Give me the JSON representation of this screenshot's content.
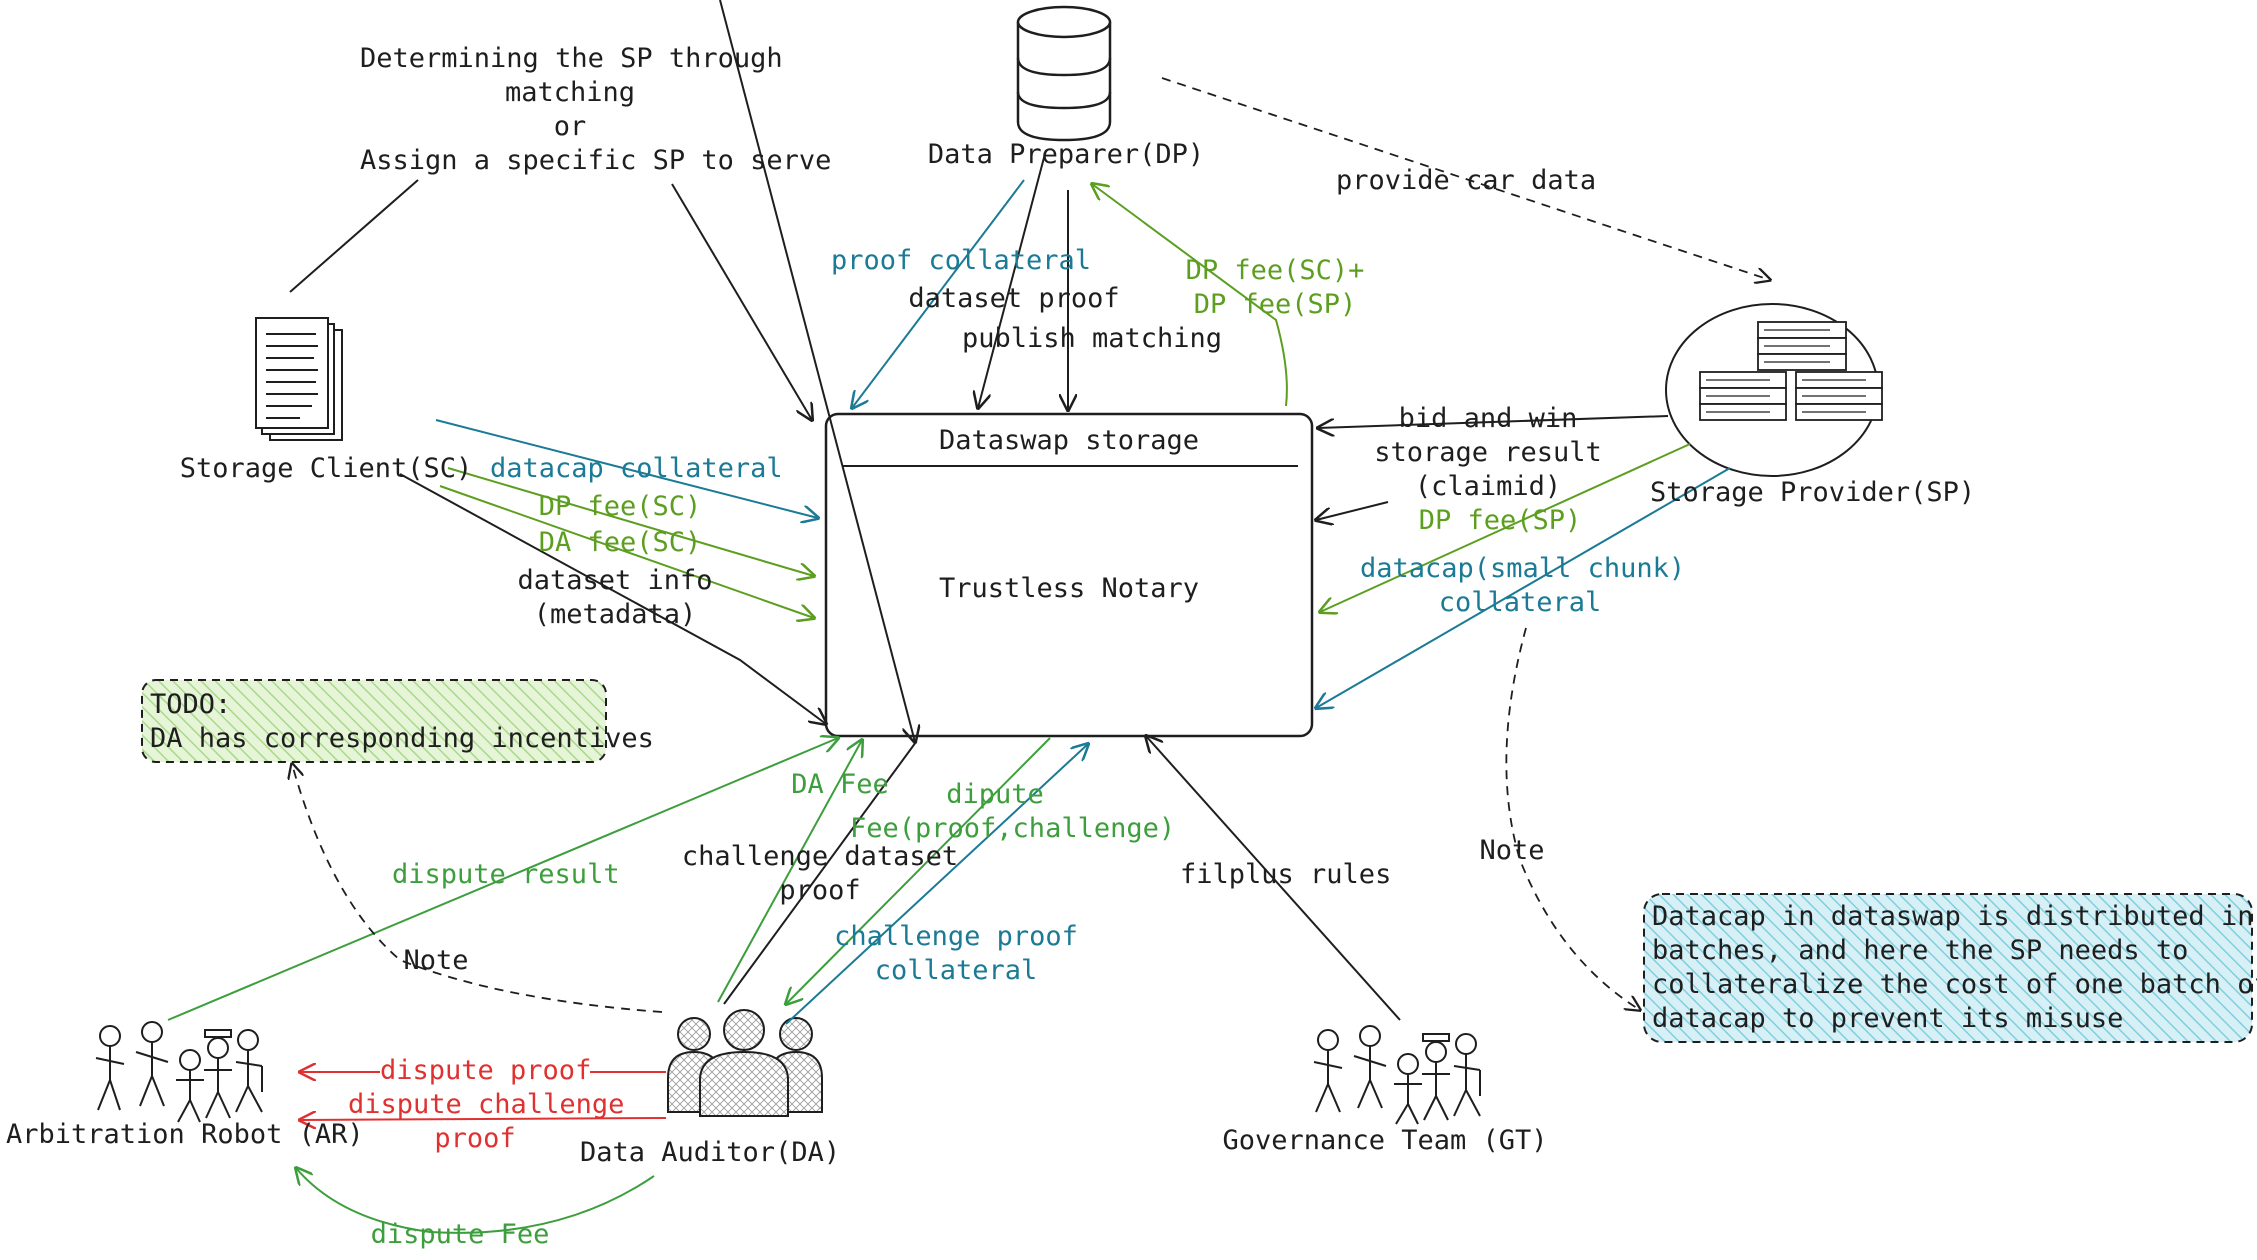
{
  "colors": {
    "stroke": "#1e1e1e",
    "teal": "#1b7a95",
    "olive": "#5c9e1f",
    "green": "#3d9e3d",
    "red": "#e03131",
    "note_todo_fill": "#c7e8a8",
    "note_datacap_fill": "#9fd9e6"
  },
  "nodes": {
    "data_preparer": "Data Preparer(DP)",
    "storage_client": "Storage Client(SC)",
    "storage_provider": "Storage Provider(SP)",
    "dataswap_title": "Dataswap storage",
    "dataswap_body": "Trustless Notary",
    "arbitration_robot": "Arbitration Robot (AR)",
    "data_auditor": "Data Auditor(DA)",
    "governance_team": "Governance Team (GT)"
  },
  "labels": {
    "determining_sp": [
      "Determining the SP through",
      "matching",
      "or",
      "Assign a specific SP to serve"
    ],
    "provide_car_data": "provide car data",
    "proof_collateral": "proof collateral",
    "dataset_proof": "dataset proof",
    "publish_matching": "publish matching",
    "dp_fee_top": [
      "DP fee(SC)+",
      "DP fee(SP)"
    ],
    "datacap_collateral": "datacap collateral",
    "dp_fee_sc": "DP fee(SC)",
    "da_fee_sc": "DA fee(SC)",
    "dataset_info": [
      "dataset info",
      "(metadata)"
    ],
    "bid_and_win": [
      "bid and win",
      "storage result",
      "(claimid)"
    ],
    "dp_fee_sp": "DP fee(SP)",
    "datacap_small_chunk": [
      "datacap(small chunk)",
      "collateral"
    ],
    "da_fee": "DA Fee",
    "dipute_fee": [
      "dipute",
      "Fee(proof,challenge)"
    ],
    "challenge_dataset_proof": [
      "challenge dataset",
      "proof"
    ],
    "challenge_proof_collateral": [
      "challenge proof",
      "collateral"
    ],
    "dispute_result": "dispute result",
    "filplus_rules": "filplus rules",
    "note_left": "Note",
    "note_right": "Note",
    "dispute_proof": "dispute proof",
    "dispute_challenge_proof": [
      "dispute challenge",
      "proof"
    ],
    "dispute_fee": "dispute Fee"
  },
  "notes": {
    "todo": [
      "TODO:",
      "DA has corresponding incentives"
    ],
    "datacap": [
      "Datacap in dataswap is distributed in",
      "batches, and here the SP needs to",
      "collateralize the cost of one batch of",
      "datacap to prevent its misuse"
    ]
  }
}
